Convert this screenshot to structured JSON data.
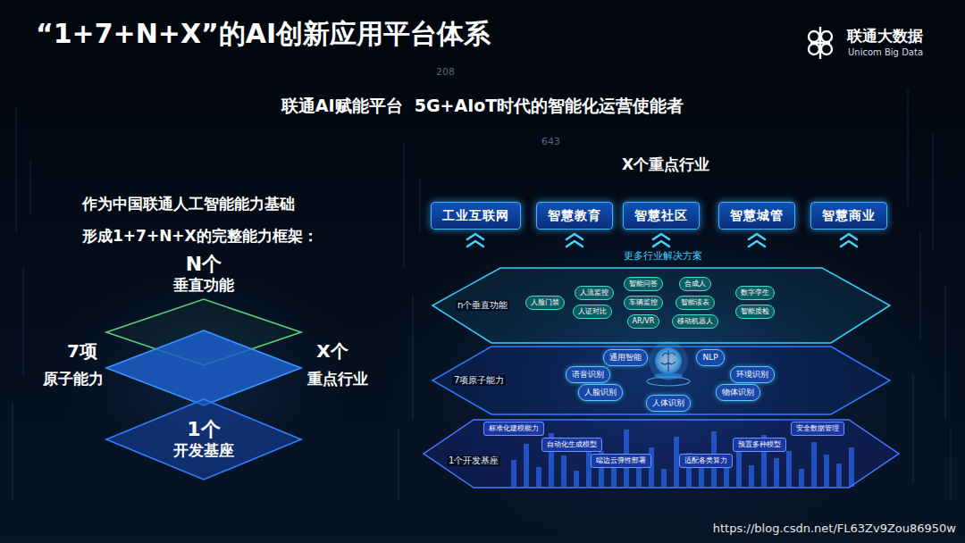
{
  "diagram": {
    "title": "“1+7+N+X”的AI创新应用平台体系",
    "nodes": [
      {
        "text": [
          "N个",
          "垂直功能"
        ]
      },
      {
        "text": [
          "7项",
          "原子能力",
          "X个",
          "重点行业"
        ]
      },
      {
        "text": [
          "1个",
          "开发基座"
        ]
      },
      {
        "text": [
          "工业互联网"
        ]
      },
      {
        "text": [
          "智慧教育"
        ]
      },
      {
        "text": [
          "智慧社区"
        ]
      },
      {
        "text": [
          "智慧城管"
        ]
      },
      {
        "text": [
          "智慧商业"
        ]
      },
      {
        "text": [
          "n个垂直功能"
        ]
      },
      {
        "text": [
          "智能问答"
        ],
        "in": 8
      },
      {
        "text": [
          "合成人"
        ],
        "in": 8
      },
      {
        "text": [
          "人流监控"
        ],
        "in": 8
      },
      {
        "text": [
          "数字孪生"
        ],
        "in": 8
      },
      {
        "text": [
          "人脸门禁"
        ],
        "in": 8
      },
      {
        "text": [
          "车辆监控"
        ],
        "in": 8
      },
      {
        "text": [
          "智能读表"
        ],
        "in": 8
      },
      {
        "text": [
          "人证对比"
        ],
        "in": 8
      },
      {
        "text": [
          "智能质检"
        ],
        "in": 8
      },
      {
        "text": [
          "AR/VR"
        ],
        "in": 8
      },
      {
        "text": [
          "移动机器人"
        ],
        "in": 8
      },
      {
        "text": [
          "7项原子能力"
        ]
      },
      {
        "text": [
          "通用智能"
        ],
        "in": 20
      },
      {
        "text": [
          "NLP"
        ],
        "in": 20
      },
      {
        "text": [
          "语音识别"
        ],
        "in": 20
      },
      {
        "text": [
          "环境识别"
        ],
        "in": 20
      },
      {
        "text": [
          "人脸识别"
        ],
        "in": 20
      },
      {
        "text": [
          "物体识别"
        ],
        "in": 20
      },
      {
        "text": [
          "人体识别"
        ],
        "in": 20
      },
      {
        "text": [
          "1个开发基座"
        ]
      },
      {
        "text": [
          "标准化建模能力"
        ],
        "in": 28
      },
      {
        "text": [
          "安全数据管理"
        ],
        "in": 28
      },
      {
        "text": [
          "自动化生成模型"
        ],
        "in": 28
      },
      {
        "text": [
          "预置多种模型"
        ],
        "in": 28
      },
      {
        "text": [
          "端边云弹性部署"
        ],
        "in": 28
      },
      {
        "text": [
          "适配各类算力"
        ],
        "in": 28
      }
    ],
    "labels": [
      "208",
      "联通大数据",
      "Unicom Big Data",
      "联通AI赋能平台  5G+AIoT时代的智能化运营使能者",
      "643",
      "作为中国联通人工智能能力基础",
      "形成1+7+N+X的完整能力框架：",
      "X个重点行业",
      "更多行业解决方案",
      "https://blog.csdn.net/FL63Zv9Zou86950w"
    ]
  }
}
